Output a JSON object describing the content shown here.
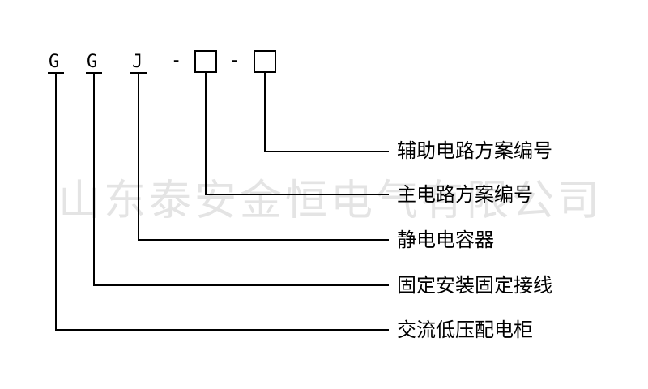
{
  "watermark": "山东泰安金恒电气有限公司",
  "code": {
    "letters": [
      "G",
      "G",
      "J"
    ],
    "dashes": [
      "-",
      "-"
    ]
  },
  "labels": {
    "aux_scheme": "辅助电路方案编号",
    "main_scheme": "主电路方案编号",
    "static_capacitor": "静电电容器",
    "fixed_install": "固定安装固定接线",
    "ac_lv_cabinet": "交流低压配电柜"
  },
  "colors": {
    "line": "#000000",
    "watermark": "#e4e4e4"
  }
}
